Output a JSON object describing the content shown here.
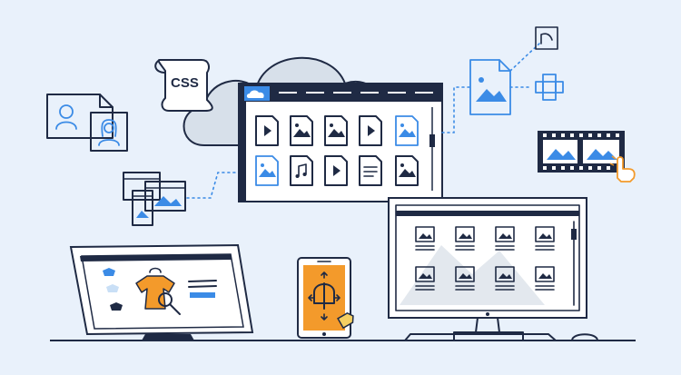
{
  "illustration": {
    "css_tag": "CSS",
    "colors": {
      "background": "#e9f1fb",
      "outline": "#1f2a44",
      "accent_blue": "#3b8be6",
      "accent_orange": "#f39a2b",
      "cloud": "#d7e0ea"
    },
    "media_library": {
      "file_icons": [
        "video-file-icon",
        "image-file-icon",
        "image-file-icon",
        "video-file-icon",
        "image-file-icon-selected",
        "image-file-icon-selected",
        "audio-file-icon",
        "video-file-icon",
        "document-file-icon",
        "image-file-icon"
      ]
    },
    "desktop_gallery_thumbnails": 8,
    "laptop_shop_thumbnails": 3
  }
}
